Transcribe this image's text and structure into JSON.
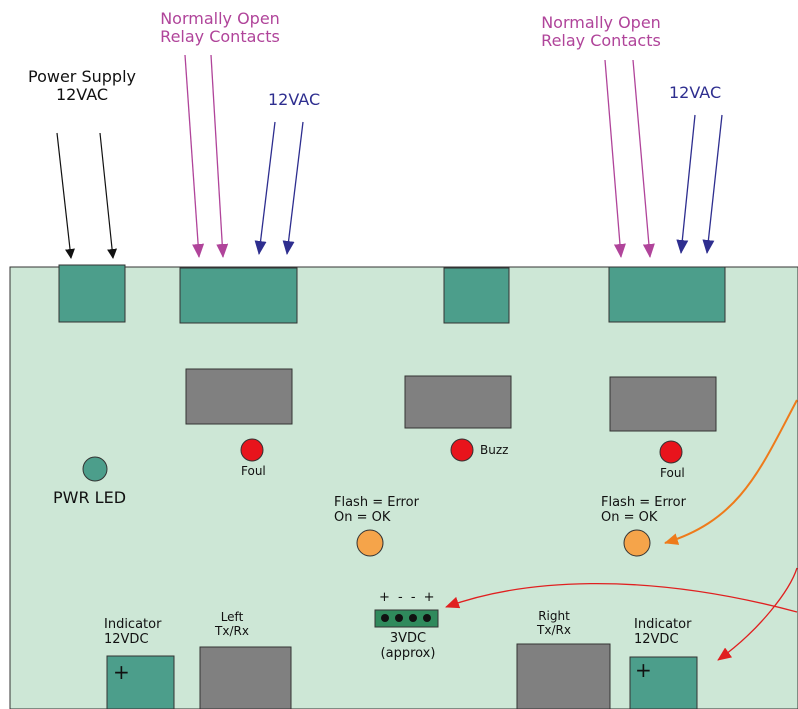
{
  "top_labels": {
    "power_supply_line1": "Power Supply",
    "power_supply_line2": "12VAC",
    "relay_left_line1": "Normally Open",
    "relay_left_line2": "Relay Contacts",
    "vac_left": "12VAC",
    "relay_right_line1": "Normally Open",
    "relay_right_line2": "Relay Contacts",
    "vac_right": "12VAC"
  },
  "board": {
    "pwr_led_label": "PWR LED",
    "foul_left": "Foul",
    "buzz": "Buzz",
    "foul_right": "Foul",
    "status_left_line1": "Flash = Error",
    "status_left_line2": "On = OK",
    "status_right_line1": "Flash = Error",
    "status_right_line2": "On = OK",
    "header_pins": "+ - - +",
    "header_voltage": "3VDC",
    "header_note": "(approx)",
    "left_indicator_line1": "Indicator",
    "left_indicator_line2": "12VDC",
    "left_txrx_line1": "Left",
    "left_txrx_line2": "Tx/Rx",
    "right_txrx_line1": "Right",
    "right_txrx_line2": "Tx/Rx",
    "right_indicator_line1": "Indicator",
    "right_indicator_line2": "12VDC",
    "plus_symbol": "+"
  },
  "colors": {
    "board": "#cde7d6",
    "terminal": "#4c9e8b",
    "relay": "#808080",
    "red_led": "#e8141c",
    "orange_led": "#f5a44a",
    "pink_arrow": "#b0449a",
    "blue_arrow": "#2e2e8f",
    "orange_arrow": "#ee7b1b",
    "red_arrow": "#e02020"
  }
}
